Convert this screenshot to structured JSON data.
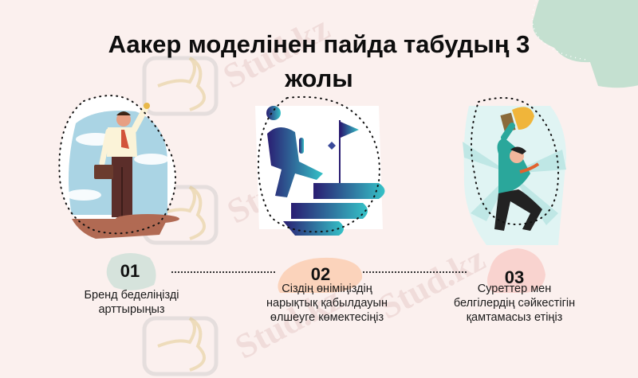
{
  "slide": {
    "title": "Аакер моделінен пайда табудың 3 жолы",
    "watermark": "Stud.kz",
    "colors": {
      "background": "#fbf0ee",
      "corner_blob": "#c4e0d0",
      "badge_1": "#d6e3dc",
      "badge_2": "#fbd3bb",
      "badge_3": "#f9d3cf"
    },
    "steps": [
      {
        "number": "01",
        "text_line1": "Бренд беделіңізді",
        "text_line2": "арттырыңыз",
        "text_line3": "",
        "illustration": "businessman-on-cliff-illustration"
      },
      {
        "number": "02",
        "text_line1": "Сіздің өніміңіздің",
        "text_line2": "нарықтық қабылдауын",
        "text_line3": "өлшеуге көмектесіңіз",
        "illustration": "climbing-to-flag-illustration"
      },
      {
        "number": "03",
        "text_line1": "Суреттер мен",
        "text_line2": "белгілердің сәйкестігін",
        "text_line3": "қамтамасыз етіңіз",
        "illustration": "man-with-trophy-illustration"
      }
    ]
  }
}
